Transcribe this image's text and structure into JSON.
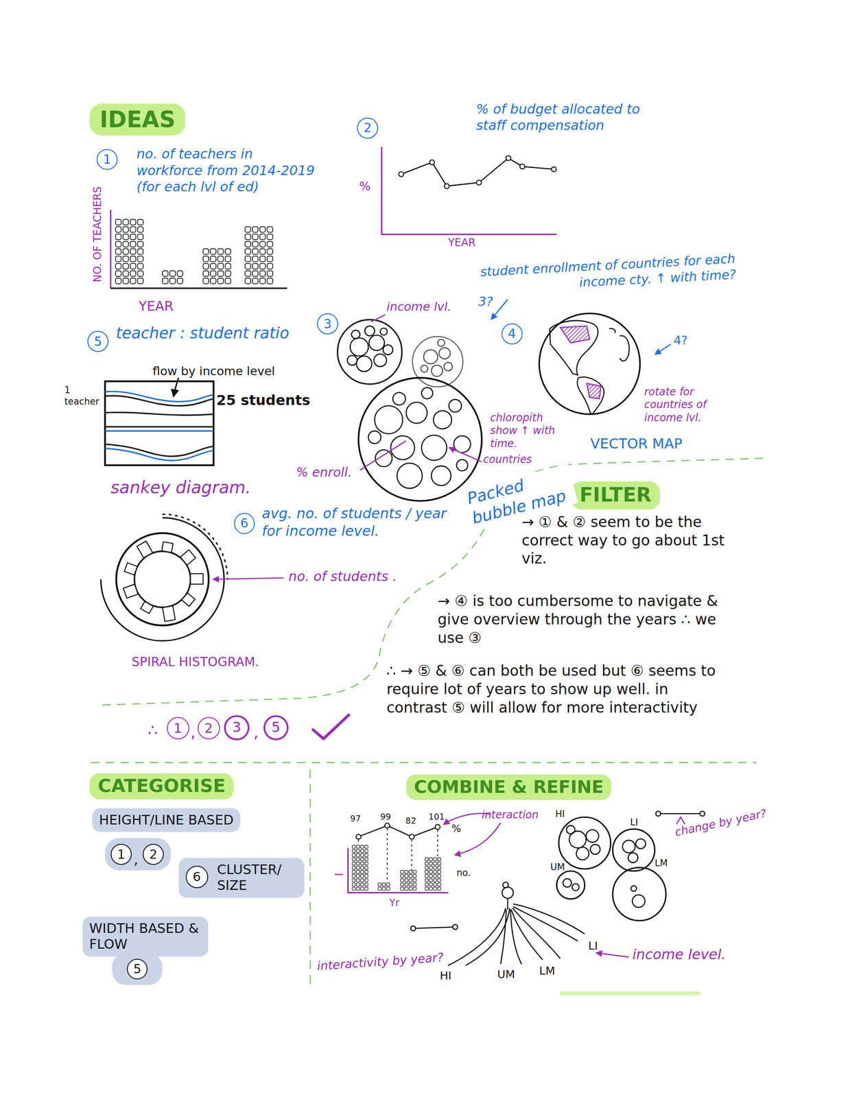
{
  "diagram": {
    "nodes": [
      {
        "text": [
          "IDEAS"
        ]
      },
      {
        "text": [
          "1"
        ]
      },
      {
        "text": [
          "2"
        ]
      },
      {
        "text": [
          "3"
        ]
      },
      {
        "text": [
          "4"
        ]
      },
      {
        "text": [
          "5"
        ]
      },
      {
        "text": [
          "6"
        ]
      },
      {
        "text": [
          "FILTER"
        ]
      },
      {
        "text": [
          "1"
        ]
      },
      {
        "text": [
          "2"
        ]
      },
      {
        "text": [
          "3"
        ]
      },
      {
        "text": [
          "5"
        ]
      },
      {
        "text": [
          "CATEGORISE"
        ]
      },
      {
        "text": [
          "COMBINE & REFINE"
        ]
      },
      {
        "text": [
          "HEIGHT/LINE BASED"
        ]
      },
      {
        "text": [
          "1"
        ]
      },
      {
        "text": [
          "2"
        ]
      },
      {
        "text": [
          "CLUSTER/ SIZE"
        ]
      },
      {
        "text": [
          "6"
        ],
        "in": 17
      },
      {
        "text": [
          "WIDTH BASED & FLOW"
        ]
      },
      {
        "text": [
          "5"
        ]
      }
    ],
    "labels": [
      "no. of teachers in workforce from 2014-2019 (for each lvl of ed)",
      "NO. OF TEACHERS",
      "YEAR",
      "% of budget allocated to staff compensation",
      "%",
      "YEAR",
      "income lvl.",
      "countries",
      "% enroll.",
      "Packed bubble map",
      "student enrollment of countries for each income cty. ↑ with time?",
      "3?",
      "4?",
      "chloropith show ↑ with time.",
      "rotate for countries of income lvl.",
      "VECTOR MAP",
      "teacher : student ratio",
      "flow by income level",
      "1 teacher",
      "25 students",
      "sankey diagram.",
      "avg. no. of students / year for income level.",
      "no. of students .",
      "SPIRAL HISTOGRAM.",
      "→ ① & ② seem to be the correct way to go about 1st viz.",
      "→ ④ is too cumbersome to navigate & give overview through the years ∴ we use ③",
      "∴ → ⑤ & ⑥ can both be used but ⑥ seems to require lot of years to show up well. in contrast ⑤ will allow for more interactivity",
      "∴",
      "97",
      "99",
      "82",
      "101",
      "%",
      "no.",
      "Yr",
      "interaction",
      "HI",
      "LI",
      "UM",
      "LM",
      "change by year?",
      "interactivity by year?",
      "HI",
      "UM",
      "LM",
      "LI",
      "income level.",
      ",",
      ",",
      ","
    ]
  }
}
